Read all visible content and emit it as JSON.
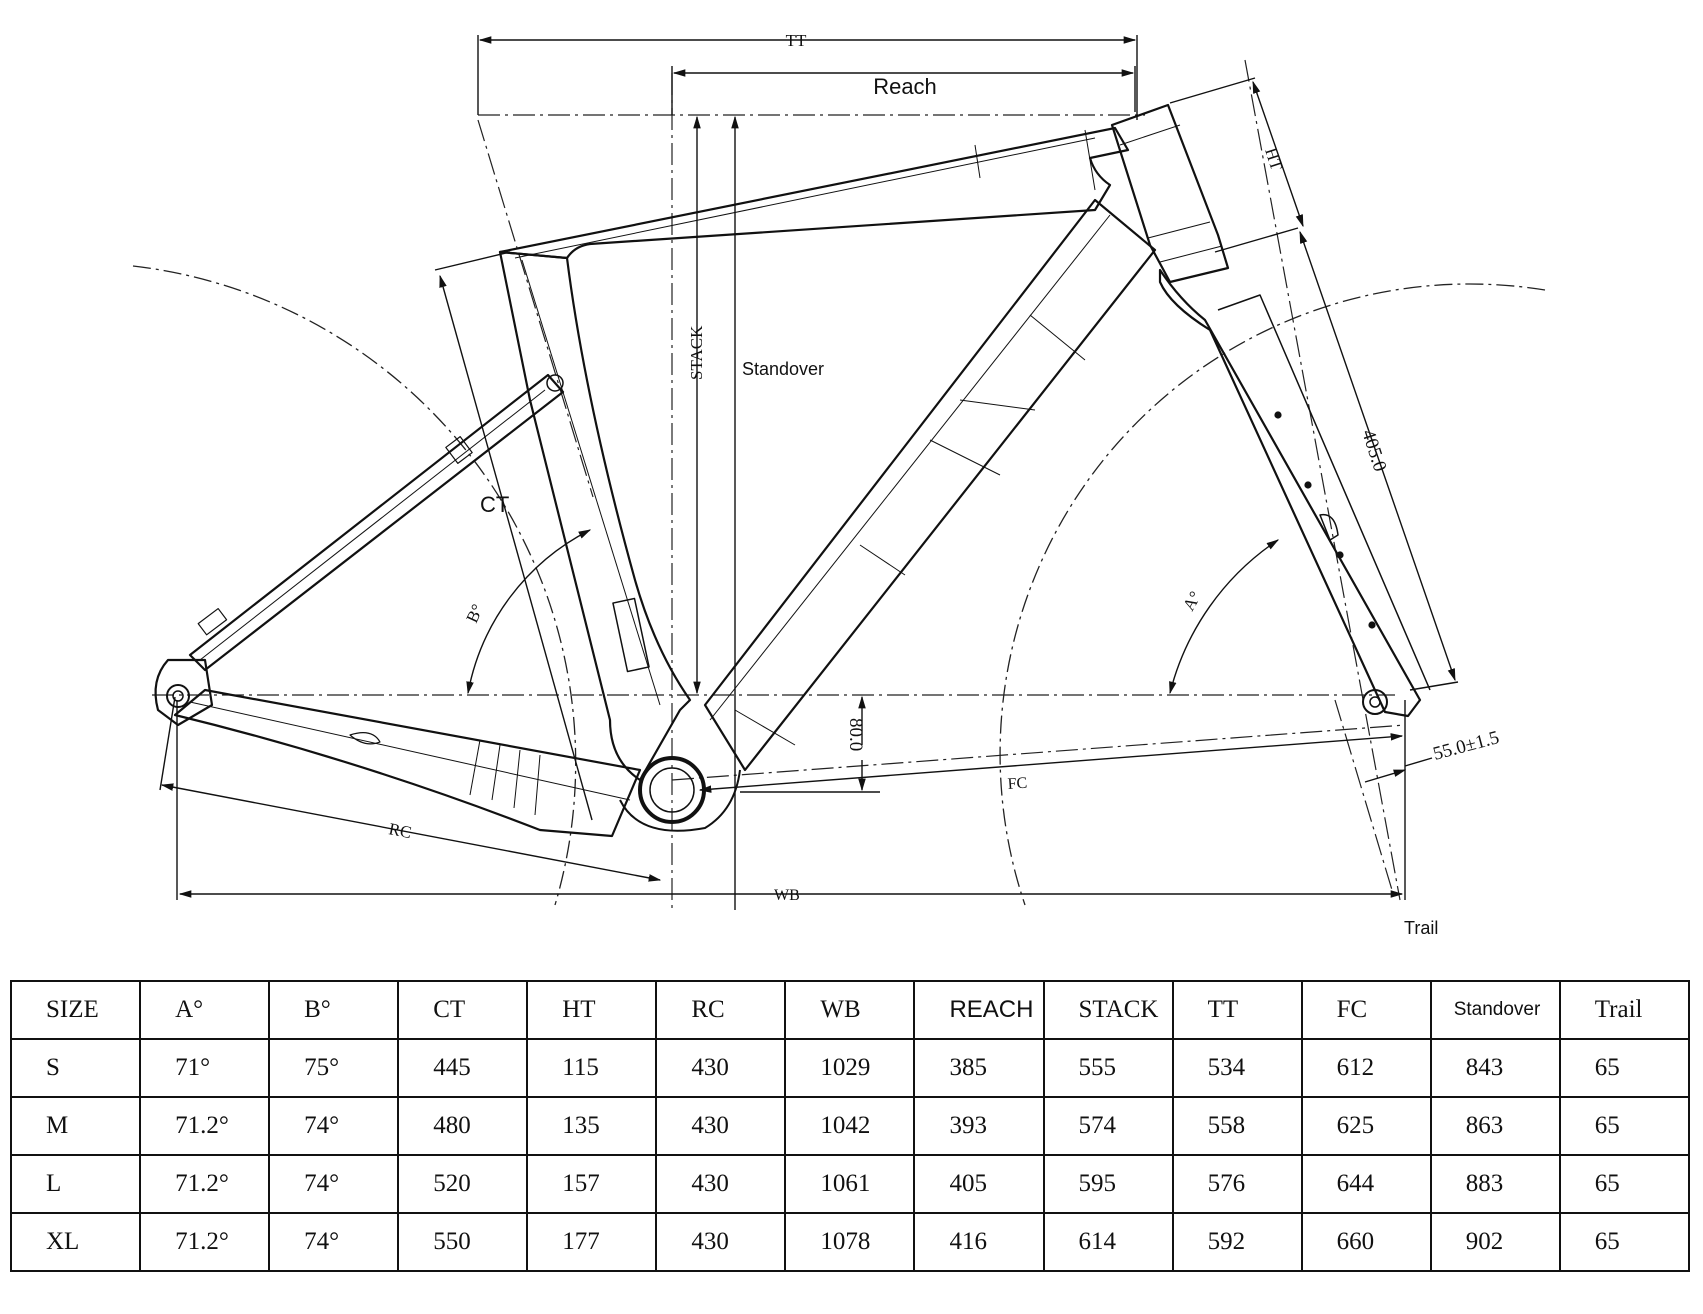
{
  "diagram": {
    "labels": {
      "tt": "TT",
      "reach": "Reach",
      "ht": "HT",
      "stack": "STACK",
      "standover": "Standover",
      "ct": "CT",
      "b_angle": "B°",
      "a_angle": "A°",
      "fork_length": "405.0",
      "bb_drop": "80.0",
      "offset": "55.0±1.5",
      "fc": "FC",
      "rc": "RC",
      "wb": "WB",
      "trail": "Trail"
    }
  },
  "table": {
    "headers": [
      "SIZE",
      "A°",
      "B°",
      "CT",
      "HT",
      "RC",
      "WB",
      "REACH",
      "STACK",
      "TT",
      "FC",
      "Standover",
      "Trail"
    ],
    "rows": [
      [
        "S",
        "71°",
        "75°",
        "445",
        "115",
        "430",
        "1029",
        "385",
        "555",
        "534",
        "612",
        "843",
        "65"
      ],
      [
        "M",
        "71.2°",
        "74°",
        "480",
        "135",
        "430",
        "1042",
        "393",
        "574",
        "558",
        "625",
        "863",
        "65"
      ],
      [
        "L",
        "71.2°",
        "74°",
        "520",
        "157",
        "430",
        "1061",
        "405",
        "595",
        "576",
        "644",
        "883",
        "65"
      ],
      [
        "XL",
        "71.2°",
        "74°",
        "550",
        "177",
        "430",
        "1078",
        "416",
        "614",
        "592",
        "660",
        "902",
        "65"
      ]
    ]
  }
}
